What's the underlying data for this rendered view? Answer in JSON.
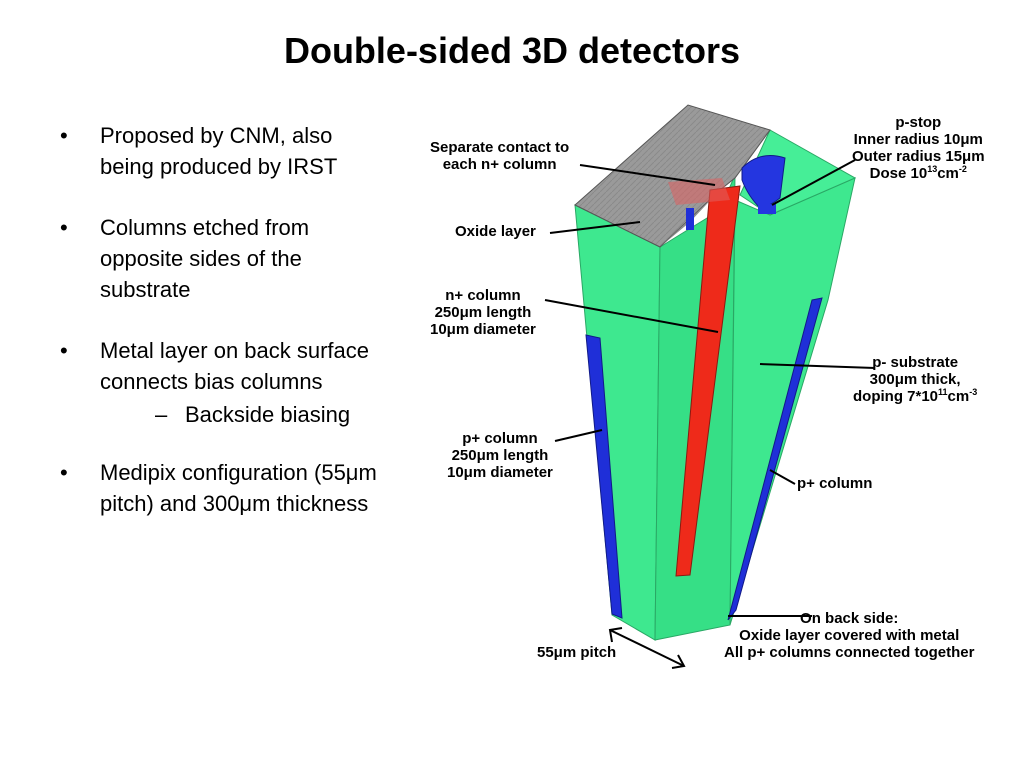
{
  "slide": {
    "title": "Double-sided 3D detectors",
    "bullets": [
      {
        "text": "Proposed by CNM, also being produced by IRST"
      },
      {
        "text": "Columns etched from opposite sides of the substrate"
      },
      {
        "text": "Metal layer on back surface connects bias columns",
        "sub": "Backside biasing"
      },
      {
        "text": "Medipix configuration (55μm pitch) and 300μm thickness"
      }
    ]
  },
  "diagram": {
    "labels": {
      "separate_contact": [
        "Separate contact to",
        "each n+ column"
      ],
      "oxide_layer": "Oxide layer",
      "n_column": [
        "n+ column",
        "250μm length",
        "10μm diameter"
      ],
      "p_column_left": [
        "p+ column",
        "250μm length",
        "10μm diameter"
      ],
      "pitch": "55μm pitch",
      "p_stop": [
        "p-stop",
        "Inner radius 10μm",
        "Outer radius 15μm",
        "Dose 10",
        "13",
        "cm",
        "-2"
      ],
      "p_substrate": [
        "p- substrate",
        "300μm thick,",
        "doping 7*10",
        "11",
        "cm",
        "-3"
      ],
      "p_column_right": "p+ column",
      "back_side": [
        "On back side:",
        "Oxide layer covered with metal",
        "All p+ columns connected together"
      ]
    },
    "colors": {
      "substrate": "#3ee88f",
      "substrate_shade": "#2fcf7a",
      "oxide": "#9a9a9a",
      "n_column": "#ee2a1a",
      "p_column": "#1f2fd8",
      "outline": "#333333"
    }
  }
}
